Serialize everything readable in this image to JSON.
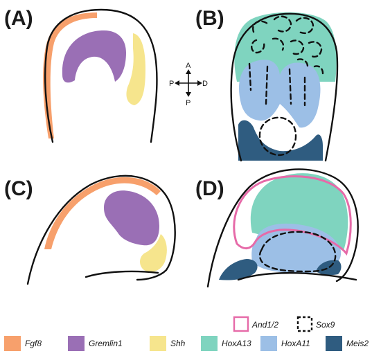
{
  "panels": {
    "a": "(A)",
    "b": "(B)",
    "c": "(C)",
    "d": "(D)"
  },
  "axes": {
    "top": "A",
    "bottom": "P",
    "left": "P",
    "right": "D"
  },
  "colors": {
    "fgf8": "#f7a06c",
    "gremlin1": "#9a6fb5",
    "shh": "#f6e58d",
    "hoxa13": "#7fd4bf",
    "hoxa11": "#9cbfe6",
    "meis2": "#2f5c80",
    "and12": "#e66aa8"
  },
  "legend": {
    "top": [
      {
        "label": "And1/2",
        "key": "and12"
      },
      {
        "label": "Sox9",
        "key": "sox9"
      }
    ],
    "bottom": [
      {
        "label": "Fgf8",
        "key": "fgf8"
      },
      {
        "label": "Gremlin1",
        "key": "gremlin1"
      },
      {
        "label": "Shh",
        "key": "shh"
      },
      {
        "label": "HoxA13",
        "key": "hoxa13"
      },
      {
        "label": "HoxA11",
        "key": "hoxa11"
      },
      {
        "label": "Meis2",
        "key": "meis2"
      }
    ]
  }
}
